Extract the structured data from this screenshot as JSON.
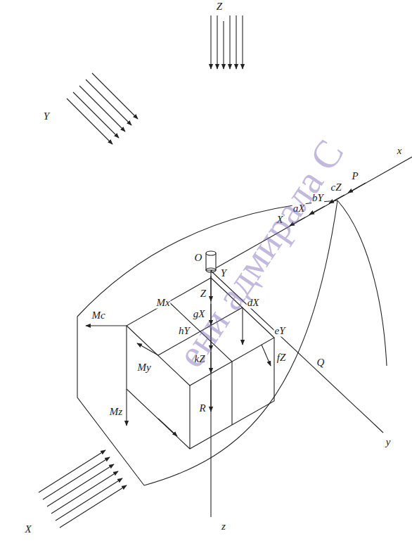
{
  "diagram": {
    "labels": [
      "Z",
      "x",
      "P",
      "cZ",
      "bY",
      "aX",
      "X",
      "O",
      "Y",
      "Z",
      "gX",
      "dX",
      "eY",
      "fZ",
      "Q",
      "y",
      "Y",
      "Mc",
      "Mx",
      "hY",
      "kZ",
      "R",
      "My",
      "Mz",
      "X",
      "z",
      "ени адмирала С"
    ]
  }
}
